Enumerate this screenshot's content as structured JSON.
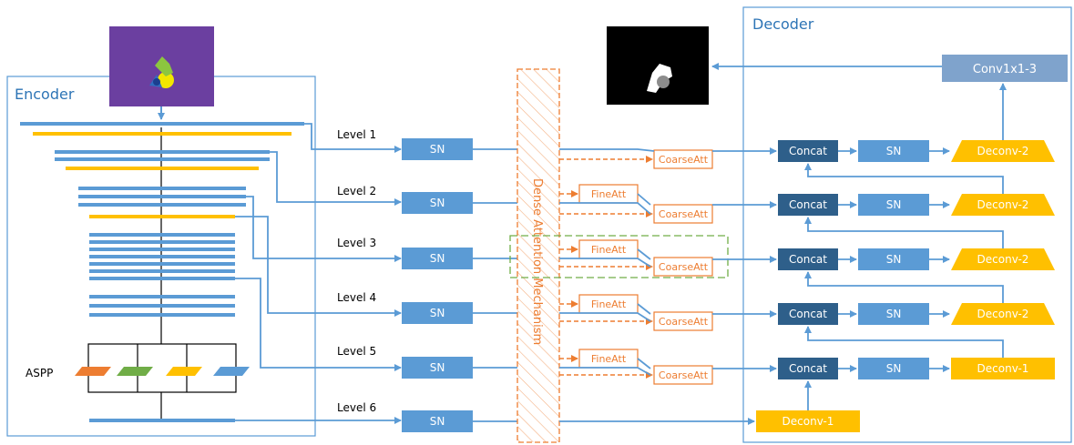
{
  "encoder": {
    "title": "Encoder",
    "aspp_label": "ASPP"
  },
  "decoder": {
    "title": "Decoder",
    "conv_label": "Conv1x1-3"
  },
  "levels": [
    "Level 1",
    "Level 2",
    "Level 3",
    "Level 4",
    "Level 5",
    "Level 6"
  ],
  "sn_label": "SN",
  "concat_label": "Concat",
  "fine_att_label": "FineAtt",
  "coarse_att_label": "CoarseAtt",
  "dense_attention_label": "Dense Attention Mechanism",
  "deconv_labels": [
    "Deconv-2",
    "Deconv-2",
    "Deconv-2",
    "Deconv-2",
    "Deconv-1",
    "Deconv-1"
  ],
  "colors": {
    "blue_box": "#5b9bd5",
    "dark_blue": "#2e5f8a",
    "orange": "#ed7d31",
    "yellow": "#ffc000",
    "green_dash": "#70ad47",
    "conv_box": "#7fa3cc",
    "input_bg": "#6b3fa0"
  }
}
